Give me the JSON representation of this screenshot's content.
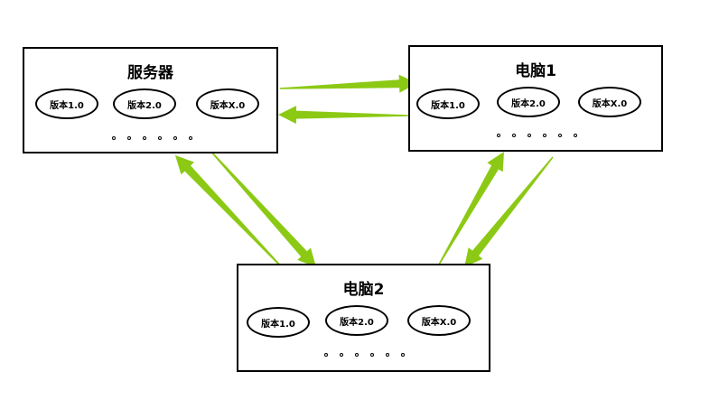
{
  "nodes": [
    {
      "title": "服务器",
      "versions": [
        "版本1.0",
        "版本2.0",
        "版本X.0"
      ]
    },
    {
      "title": "电脑1",
      "versions": [
        "版本1.0",
        "版本2.0",
        "版本X.0"
      ]
    },
    {
      "title": "电脑2",
      "versions": [
        "版本1.0",
        "版本2.0",
        "版本X.0"
      ]
    }
  ],
  "colors": {
    "arrow": "#8cc914",
    "border": "#000000"
  }
}
